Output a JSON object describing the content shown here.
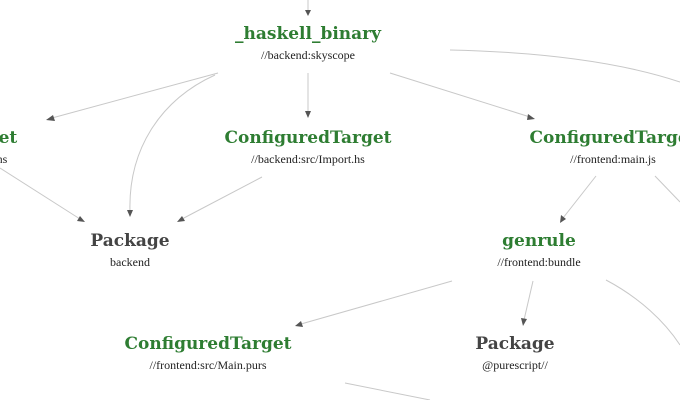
{
  "nodes": {
    "haskell_binary": {
      "kind": "_haskell_binary",
      "label": "//backend:skyscope"
    },
    "left_partial": {
      "kind": "get",
      "label": "hs"
    },
    "configured_import": {
      "kind": "ConfiguredTarget",
      "label": "//backend:src/Import.hs"
    },
    "configured_main_js": {
      "kind": "ConfiguredTarget",
      "label": "//frontend:main.js"
    },
    "package_backend": {
      "kind": "Package",
      "label": "backend"
    },
    "genrule_bundle": {
      "kind": "genrule",
      "label": "//frontend:bundle"
    },
    "configured_main_purs": {
      "kind": "ConfiguredTarget",
      "label": "//frontend:src/Main.purs"
    },
    "package_purescript": {
      "kind": "Package",
      "label": "@purescript//"
    }
  },
  "colors": {
    "rule_title": "#2e7d32",
    "package_title": "#444444",
    "edge": "#c8c8c8",
    "arrowhead": "#555555"
  }
}
